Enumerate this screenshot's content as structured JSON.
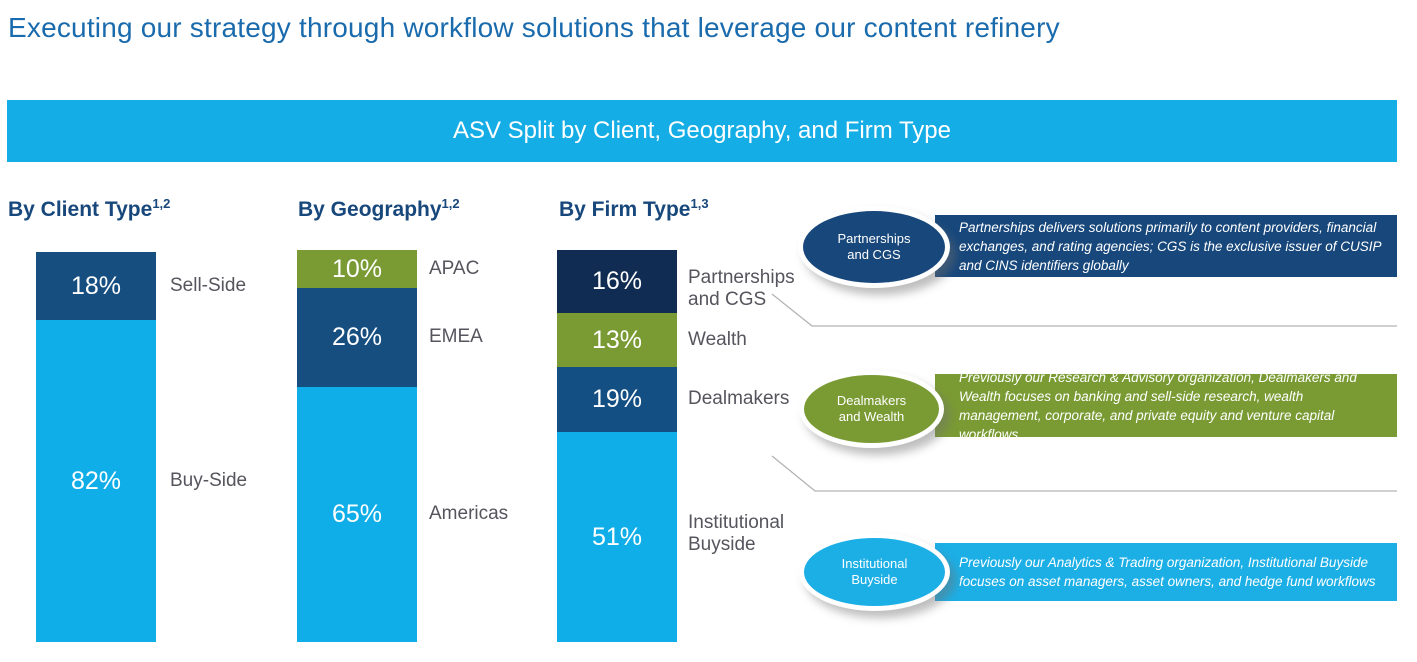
{
  "page": {
    "title": "Executing our strategy through workflow solutions that leverage our content refinery"
  },
  "banner": {
    "title": "ASV Split by Client, Geography, and Firm Type"
  },
  "colors": {
    "banner_cyan": "#14ADE6",
    "bar_cyan": "#0FAEE8",
    "bar_navy": "#174E80",
    "bar_navy_bright": "#134F82",
    "bar_dark_navy": "#102C52",
    "bar_green": "#7A9B34",
    "callout_navy": "#17477B",
    "callout_green": "#7A9B34",
    "callout_cyan": "#1CAFE6",
    "title_blue": "#1A6BAD",
    "heading_blue": "#17477B",
    "label_gray": "#55555D"
  },
  "charts": [
    {
      "heading": "By Client Type",
      "sup": "1,2",
      "segments": [
        {
          "value": "18%",
          "label": "Sell-Side",
          "color": "#174E80"
        },
        {
          "value": "82%",
          "label": "Buy-Side",
          "color": "#0FAEE8"
        }
      ]
    },
    {
      "heading": "By Geography",
      "sup": "1,2",
      "segments": [
        {
          "value": "10%",
          "label": "APAC",
          "color": "#7A9B34"
        },
        {
          "value": "26%",
          "label": "EMEA",
          "color": "#174E80"
        },
        {
          "value": "65%",
          "label": "Americas",
          "color": "#0FAEE8"
        }
      ]
    },
    {
      "heading": "By Firm Type",
      "sup": "1,3",
      "segments": [
        {
          "value": "16%",
          "label": "Partnerships\nand CGS",
          "color": "#102C52"
        },
        {
          "value": "13%",
          "label": "Wealth",
          "color": "#7A9B34"
        },
        {
          "value": "19%",
          "label": "Dealmakers",
          "color": "#134F82"
        },
        {
          "value": "51%",
          "label": "Institutional\nBuyside",
          "color": "#0FAEE8"
        }
      ]
    }
  ],
  "callouts": [
    {
      "badge_line1": "Partnerships",
      "badge_line2": "and CGS",
      "color": "#17477B",
      "text": "Partnerships delivers solutions primarily to content providers, financial exchanges, and rating agencies; CGS is the exclusive issuer of CUSIP and CINS identifiers globally"
    },
    {
      "badge_line1": "Dealmakers",
      "badge_line2": "and Wealth",
      "color": "#7A9B34",
      "text": "Previously our Research & Advisory organization, Dealmakers and Wealth focuses on banking and sell-side research, wealth management, corporate, and private equity and venture capital workflows"
    },
    {
      "badge_line1": "Institutional",
      "badge_line2": "Buyside",
      "color": "#1CAFE6",
      "text": "Previously our Analytics & Trading organization, Institutional Buyside focuses on asset managers, asset owners, and hedge fund workflows"
    }
  ],
  "chart_data": [
    {
      "type": "bar",
      "stacked": true,
      "title": "By Client Type",
      "categories": [
        "Sell-Side",
        "Buy-Side"
      ],
      "values": [
        18,
        82
      ],
      "unit": "%",
      "ylim": [
        0,
        100
      ],
      "grid": false,
      "legend_position": "right-of-bar-labels"
    },
    {
      "type": "bar",
      "stacked": true,
      "title": "By Geography",
      "categories": [
        "APAC",
        "EMEA",
        "Americas"
      ],
      "values": [
        10,
        26,
        65
      ],
      "unit": "%",
      "ylim": [
        0,
        100
      ],
      "grid": false,
      "legend_position": "right-of-bar-labels"
    },
    {
      "type": "bar",
      "stacked": true,
      "title": "By Firm Type",
      "categories": [
        "Partnerships and CGS",
        "Wealth",
        "Dealmakers",
        "Institutional Buyside"
      ],
      "values": [
        16,
        13,
        19,
        51
      ],
      "unit": "%",
      "ylim": [
        0,
        100
      ],
      "grid": false,
      "legend_position": "right-of-bar-labels"
    }
  ]
}
